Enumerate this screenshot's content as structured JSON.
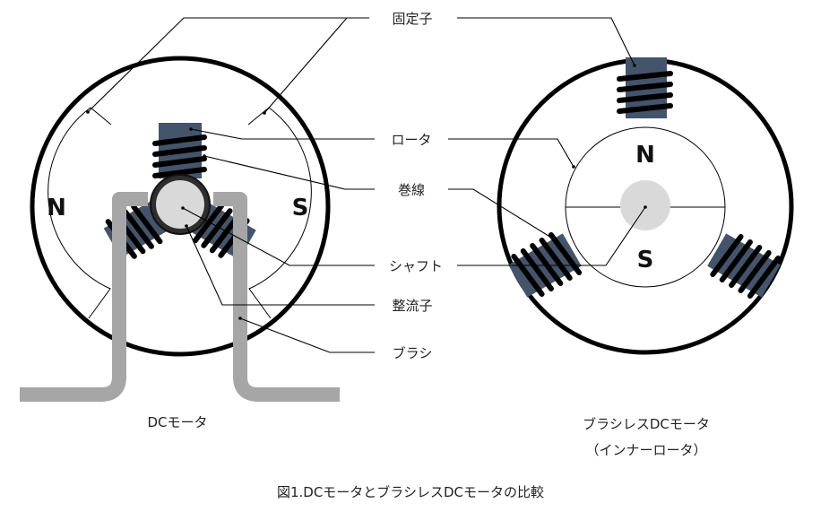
{
  "labels": {
    "stator": "固定子",
    "rotor": "ロータ",
    "winding": "巻線",
    "shaft": "シャフト",
    "commutator": "整流子",
    "brush": "ブラシ"
  },
  "dc_motor": {
    "caption": "DCモータ",
    "pole_left": "N",
    "pole_right": "S"
  },
  "bldc_motor": {
    "caption_line1": "ブラシレスDCモータ",
    "caption_line2": "（インナーロータ）",
    "pole_top": "N",
    "pole_bottom": "S"
  },
  "figure_title": "図1.DCモータとブラシレスDCモータの比較",
  "colors": {
    "core": "#44546a",
    "brush": "#a6a6a6",
    "shaft": "#d9d9d9",
    "outline": "#000000"
  }
}
